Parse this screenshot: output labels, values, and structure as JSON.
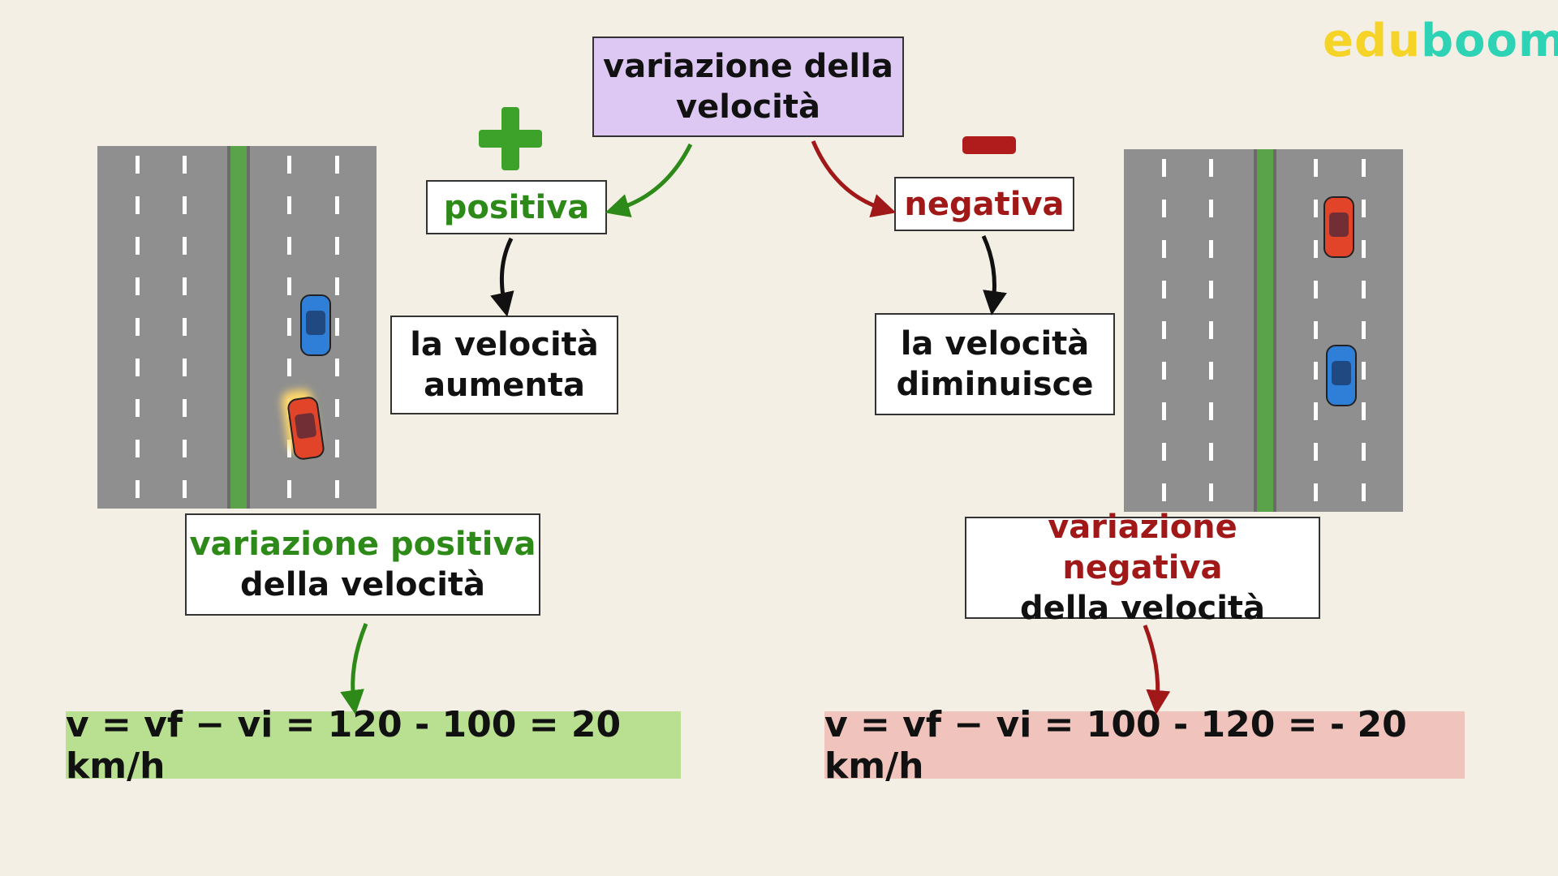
{
  "logo": {
    "part1": "edu",
    "part2": "boom"
  },
  "title": {
    "line1": "variazione della",
    "line2": "velocità"
  },
  "positive": {
    "label": "positiva",
    "result_line1": "la velocità",
    "result_line2": "aumenta",
    "summary_line1": "variazione positiva",
    "summary_line2": "della velocità",
    "formula": "v = vf − vi = 120 - 100 = 20 km/h",
    "sign": "+"
  },
  "negative": {
    "label": "negativa",
    "result_line1": "la velocità",
    "result_line2": "diminuisce",
    "summary_line1": "variazione negativa",
    "summary_line2": "della velocità",
    "formula": "v = vf − vi = 100 - 120 = - 20 km/h",
    "sign": "−"
  },
  "colors": {
    "green": "#2e8a18",
    "red": "#a01818",
    "title_bg": "#dcc8f2",
    "green_bg": "#b8e090",
    "red_bg": "#f0c4bc",
    "logo_yellow": "#f5d327",
    "logo_teal": "#2ed3b5"
  }
}
